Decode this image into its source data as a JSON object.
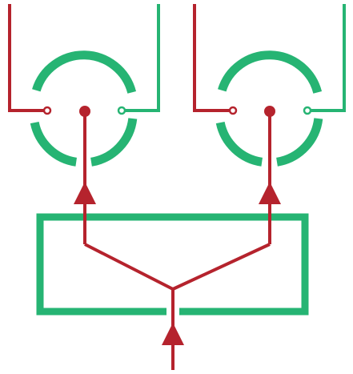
{
  "diagram": {
    "colors": {
      "green": "#26B473",
      "red": "#B5232D",
      "background": "#FFFFFF"
    },
    "components": {
      "circles": 2,
      "box": 1,
      "arrows": 3
    }
  }
}
